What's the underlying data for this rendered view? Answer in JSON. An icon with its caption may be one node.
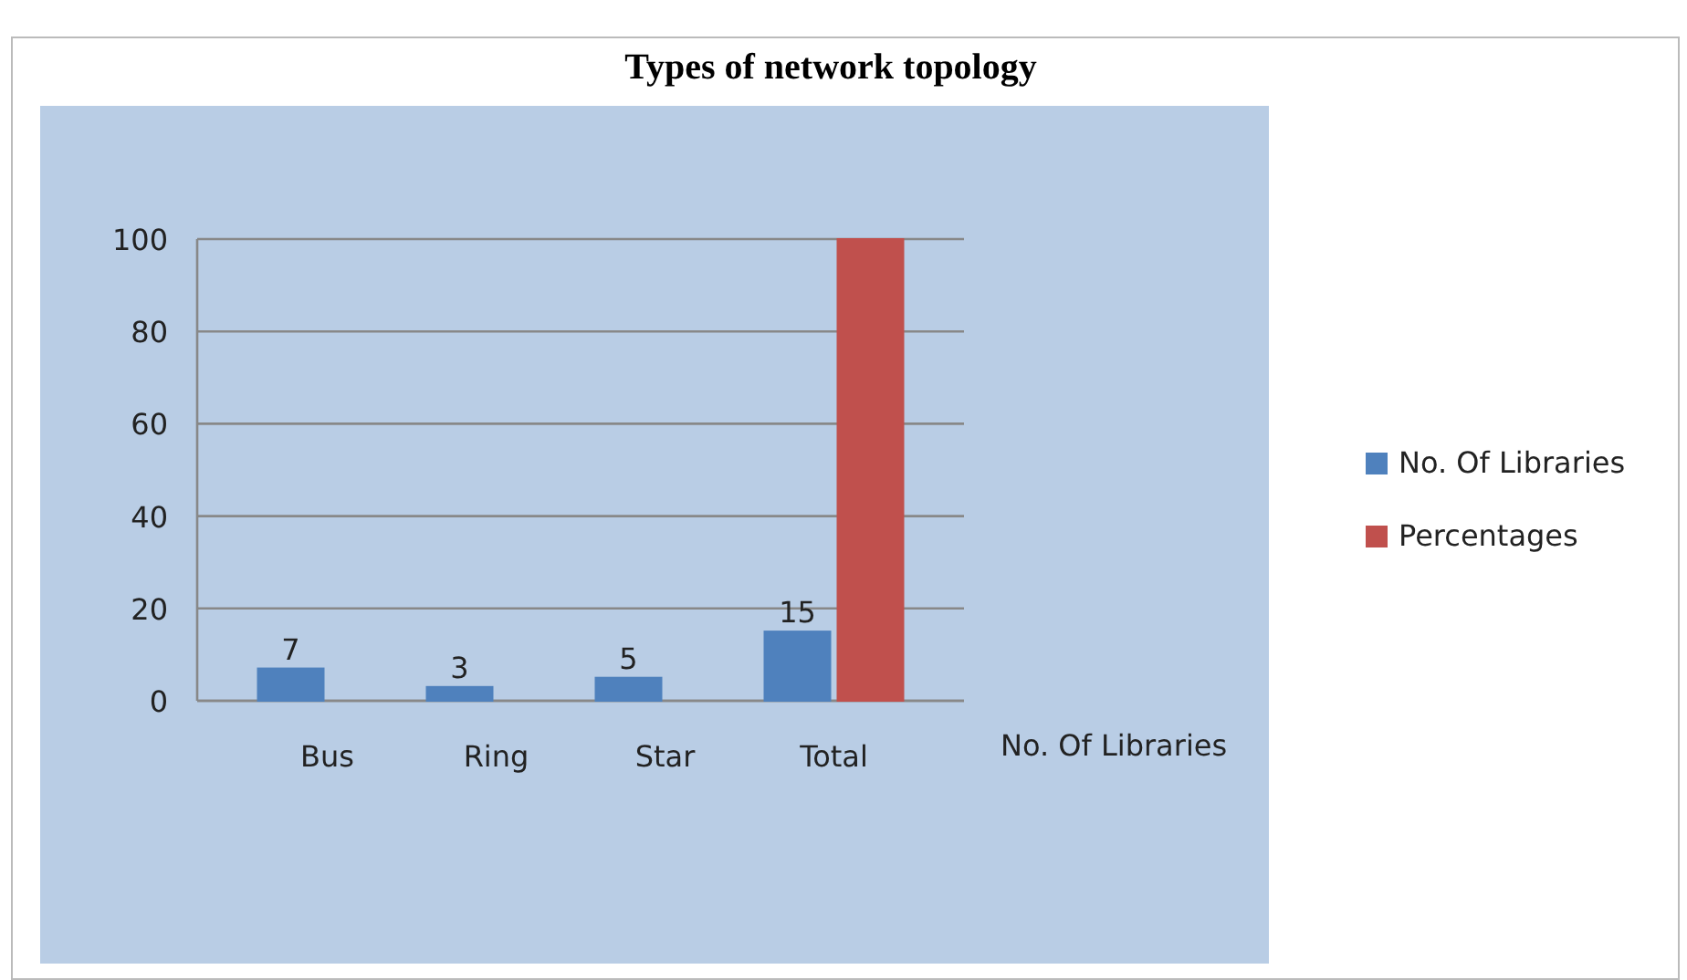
{
  "diagram": {
    "labels": [
      "No. Of Libraries"
    ],
    "chart_data": {
      "type": "bar",
      "title": "Types of network topology",
      "categories": [
        "Bus",
        "Ring",
        "Star",
        "Total"
      ],
      "series": [
        {
          "name": "No. Of Libraries",
          "color": "#4f81bd",
          "values": [
            7,
            3,
            5,
            15
          ]
        },
        {
          "name": "Percentages",
          "color": "#c0504d",
          "values": [
            0,
            0,
            0,
            100
          ]
        }
      ],
      "ylim": [
        0,
        100
      ],
      "yticks": [
        0,
        20,
        40,
        60,
        80,
        100
      ],
      "legend": "right",
      "annotations": [
        {
          "x": "Bus",
          "y": 7,
          "text": "7"
        },
        {
          "x": "Ring",
          "y": 3,
          "text": "3"
        },
        {
          "x": "Star",
          "y": 5,
          "text": "5"
        },
        {
          "x": "Total",
          "y": 15,
          "text": "15"
        }
      ]
    }
  }
}
